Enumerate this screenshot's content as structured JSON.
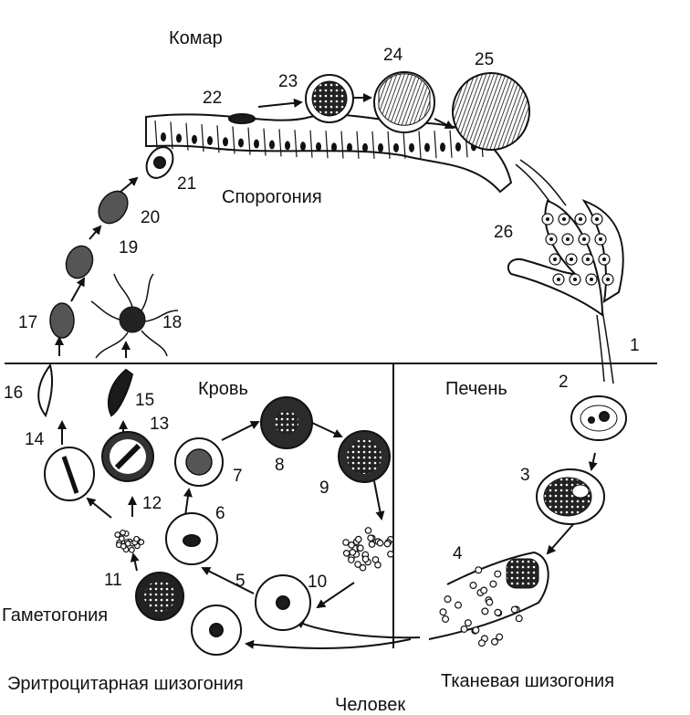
{
  "labels": {
    "mosquito": "Комар",
    "sporogony": "Спорогония",
    "blood": "Кровь",
    "liver": "Печень",
    "gametogony": "Гаметогония",
    "erythrocytic_schizogony": "Эритроцитарная шизогония",
    "human": "Человек",
    "tissue_schizogony": "Тканевая шизогония"
  },
  "stages": [
    "1",
    "2",
    "3",
    "4",
    "5",
    "6",
    "7",
    "8",
    "9",
    "10",
    "11",
    "12",
    "13",
    "14",
    "15",
    "16",
    "17",
    "18",
    "19",
    "20",
    "21",
    "22",
    "23",
    "24",
    "25",
    "26"
  ]
}
